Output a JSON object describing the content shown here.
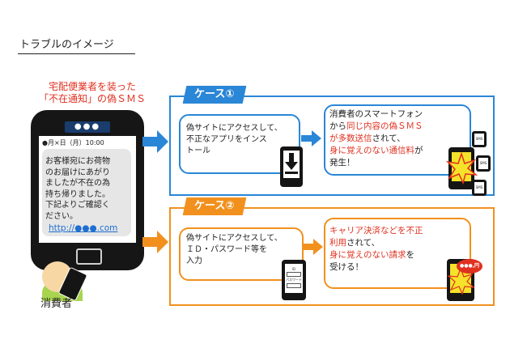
{
  "header": {
    "title": "トラブルのイメージ"
  },
  "left": {
    "caption_line1": "宅配便業者を装った",
    "caption_line2": "「不在通知」の偽ＳＭＳ",
    "phone_dots": "●●●",
    "sms_date": "●月×日（月）10:00",
    "sms_body": "お客様宛にお荷物\nのお届けにあがり\nましたが不在の為\n持ち帰りました。\n下記よりご確認く\nださい。",
    "sms_link": "http://●●●.com",
    "consumer_label": "消費者"
  },
  "case1": {
    "tab": "ケース①",
    "step1": "偽サイトにアクセスして、\n不正なアプリをインス\nトール",
    "step2_a": "消費者のスマートフォン",
    "step2_b": "から",
    "step2_c": "同じ内容の偽ＳＭＳ",
    "step2_d": "が多数送信",
    "step2_e": "されて、",
    "step2_f": "身に覚えのない通信料",
    "step2_g": "が",
    "step2_h": "発生！",
    "sms_badge": "SMS"
  },
  "case2": {
    "tab": "ケース②",
    "step1": "偽サイトにアクセスして、\nＩＤ・パスワード等を\n入力",
    "pw_id": "ID",
    "pw_label": "パスワード",
    "step2_a": "キャリア決済などを不正",
    "step2_b": "利用",
    "step2_c": "されて、",
    "step2_d": "身に覚えのない請求",
    "step2_e": "を",
    "step2_f": "受ける！",
    "bill_badge": "●●●,円"
  },
  "colors": {
    "blue": "#2a86d6",
    "orange": "#f2901e",
    "red": "#e03020",
    "navy": "#1a3d6e"
  }
}
